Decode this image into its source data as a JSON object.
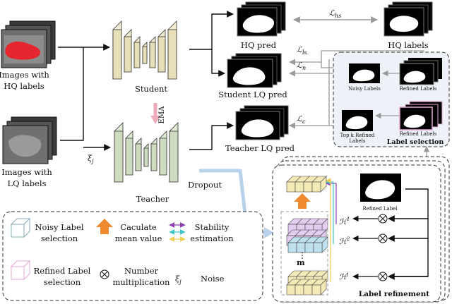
{
  "inputs": {
    "hq_line1": "Images with",
    "hq_line2": "HQ labels",
    "lq_line1": "Images with",
    "lq_line2": "LQ labels",
    "noise_symbol": "ξ",
    "noise_sub": "j"
  },
  "networks": {
    "student_label": "Student",
    "teacher_label": "Teacher",
    "ema_label": "EMA",
    "dropout_label": "Dropout"
  },
  "predictions": {
    "hq_pred": "HQ pred",
    "hq_labels": "HQ labels",
    "student_lq_pred": "Student LQ pred",
    "teacher_lq_pred": "Teacher LQ pred"
  },
  "losses": {
    "symbol": "ℒ",
    "hs": "hs",
    "ls": "ls",
    "n": "n",
    "c": "c"
  },
  "label_selection": {
    "noisy_labels": "Noisy Labels",
    "refined_labels": "Refined Labels",
    "topk_line1": "Top k Refined",
    "topk_line2": "Labels",
    "refined_labels_2": "Refined Labels",
    "title": "Label selection"
  },
  "label_refinement": {
    "refined_label": "Refined Label",
    "h_symbol": "ℋ",
    "h1": "1",
    "h2": "2",
    "hj": "j",
    "m_label": "m",
    "title": "Label refinement"
  },
  "legend": {
    "noisy_line1": "Noisy Label",
    "noisy_line2": "selection",
    "mean_line1": "Caculate",
    "mean_line2": "mean value",
    "stab_line1": "Stability",
    "stab_line2": "estimation",
    "refined_line1": "Refined Label",
    "refined_line2": "selection",
    "mult_line1": "Number",
    "mult_line2": "multiplication",
    "noise_label": "Noise",
    "noise_symbol": "ξ",
    "noise_sub": "j"
  },
  "colors": {
    "cube_yellow": "#f3eab8",
    "cube_purple": "#e3cdf0",
    "cube_blue": "#bfe1ef",
    "network_student": "#f1ecd2",
    "network_teacher": "#dfe9d4",
    "ema_arrow": "#eeaab8",
    "dropout_arrow": "#b9d2ec",
    "mean_arrow": "#f08a2e",
    "stab_purple": "#8a3fb2",
    "stab_teal": "#40c7c7",
    "stab_yellow": "#f0cc50",
    "label_selection_bg": "#eef2f8",
    "noisy_cube_outline": "#86aeb8",
    "refined_cube_outline": "#e7a8d6",
    "gray_arrow": "#9a9a9a"
  }
}
